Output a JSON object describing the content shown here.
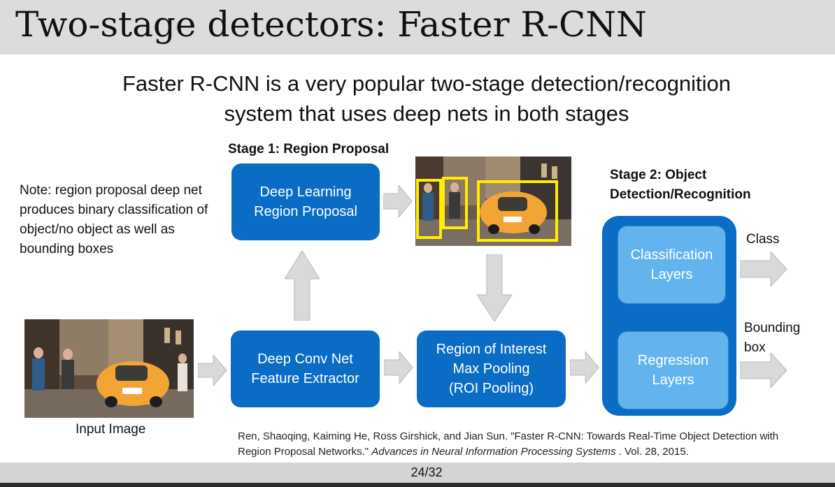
{
  "slide": {
    "title": "Two-stage detectors: Faster R-CNN",
    "subtitle_line1": "Faster R-CNN is a very popular two-stage detection/recognition",
    "subtitle_line2": "system that uses deep nets in both stages"
  },
  "stage1": {
    "label": "Stage 1: Region Proposal",
    "box_label": "Deep Learning\nRegion Proposal"
  },
  "stage2": {
    "label_line1": "Stage 2: Object",
    "label_line2": "Detection/Recognition",
    "classification_label": "Classification\nLayers",
    "regression_label": "Regression\nLayers"
  },
  "note": {
    "text": "Note: region proposal deep net produces binary classification of object/no object as well as bounding boxes"
  },
  "feature_extractor": {
    "label": "Deep Conv Net\nFeature Extractor"
  },
  "roi_pooling": {
    "label": "Region of Interest\nMax Pooling\n(ROI Pooling)"
  },
  "input_image": {
    "caption": "Input Image"
  },
  "outputs": {
    "class_label": "Class",
    "bbox_line1": "Bounding",
    "bbox_line2": "box"
  },
  "citation": {
    "part1": "Ren, Shaoqing, Kaiming He, Ross Girshick, and Jian Sun. \"Faster R-CNN: Towards Real-Time Object Detection with Region Proposal Networks.\" ",
    "journal": "Advances in Neural Information Processing Systems",
    "part2": " . Vol. 28, 2015."
  },
  "footer": {
    "page": "24/32"
  },
  "colors": {
    "box_blue": "#0a6cc4",
    "inner_light_blue": "#62b3ee",
    "arrow_gray": "#d9d9d9",
    "detection_yellow": "#ffee00"
  }
}
